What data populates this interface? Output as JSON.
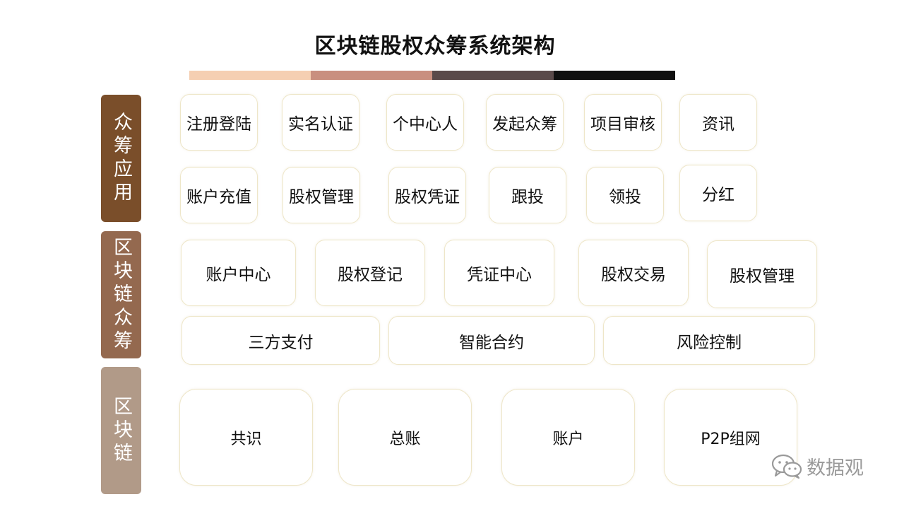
{
  "title": "区块链股权众筹系统架构",
  "colorbar": [
    "#f5cfb2",
    "#c98f7f",
    "#5a4a4a",
    "#101010"
  ],
  "layers": [
    {
      "label": "众筹应用",
      "color": "#7a4e2a"
    },
    {
      "label": "区块链众筹",
      "color": "#94694f"
    },
    {
      "label": "区块链",
      "color": "#b19a88"
    }
  ],
  "app_row1": [
    "注册登陆",
    "实名认证",
    "个中心人",
    "发起众筹",
    "项目审核",
    "资讯"
  ],
  "app_row2": [
    "账户充值",
    "股权管理",
    "股权凭证",
    "跟投",
    "领投",
    "分红"
  ],
  "crowd_row1": [
    "账户中心",
    "股权登记",
    "凭证中心",
    "股权交易",
    "股权管理"
  ],
  "crowd_row2": [
    "三方支付",
    "智能合约",
    "风险控制"
  ],
  "chain_row": [
    "共识",
    "总账",
    "账户",
    "P2P组网"
  ],
  "watermark": {
    "icon": "wechat-icon",
    "text": "数据观"
  }
}
